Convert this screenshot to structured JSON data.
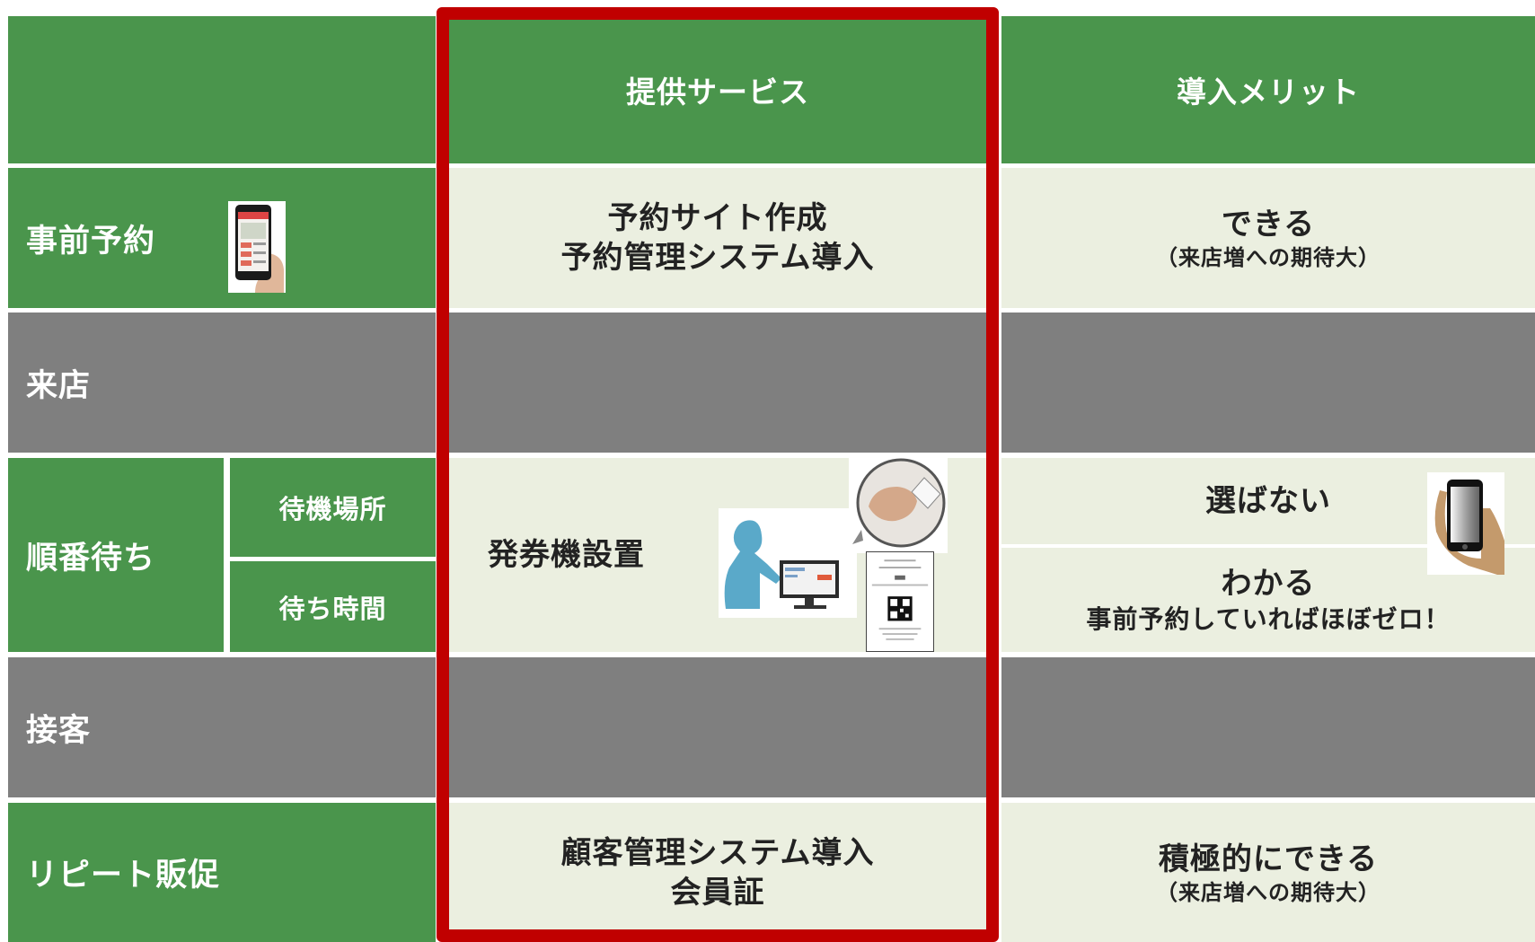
{
  "header": {
    "services": "提供サービス",
    "merits": "導入メリット"
  },
  "rows": {
    "reservation": {
      "label": "事前予約",
      "service_line1": "予約サイト作成",
      "service_line2": "予約管理システム導入",
      "merit_main": "できる",
      "merit_sub": "（来店増への期待大）"
    },
    "visit": {
      "label": "来店"
    },
    "waiting": {
      "label": "順番待ち",
      "sub1": "待機場所",
      "sub2": "待ち時間",
      "service": "発券機設置",
      "merit1": "選ばない",
      "merit2_main": "わかる",
      "merit2_sub": "事前予約していればほぼゼロ！"
    },
    "service_row": {
      "label": "接客"
    },
    "repeat": {
      "label": "リピート販促",
      "service_line1": "顧客管理システム導入",
      "service_line2": "会員証",
      "merit_main": "積極的にできる",
      "merit_sub": "（来店増への期待大）"
    }
  },
  "icons": {
    "phone_in_hand": "smartphone-in-hand-icon",
    "phone_hand_right": "hand-holding-phone-icon",
    "kiosk": "ticket-kiosk-icon",
    "ticket": "queue-ticket-qr-icon",
    "circle_hand": "hand-taking-ticket-icon"
  },
  "colors": {
    "green": "#4a954c",
    "gray": "#7f7f7f",
    "light": "#ebefe0",
    "frame_red": "#c00000"
  }
}
